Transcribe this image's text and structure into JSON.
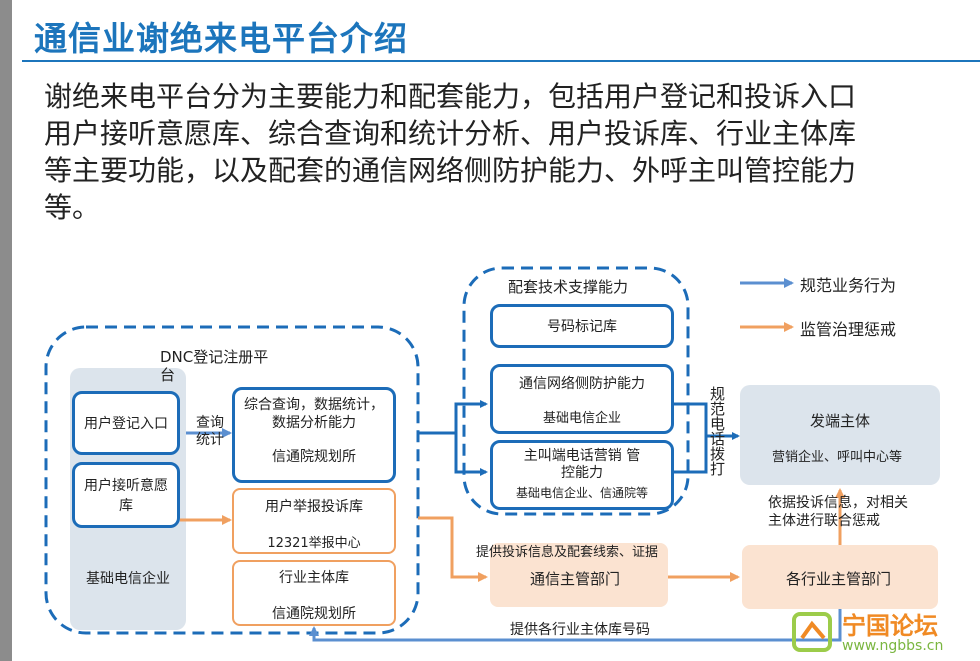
{
  "title": "通信业谢绝来电平台介绍",
  "intro_lines": [
    "谢绝来电平台分为主要能力和配套能力，包括用户登记和投诉入口",
    "用户接听意愿库、综合查询和统计分析、用户投诉库、行业主体库",
    "等主要功能，以及配套的通信网络侧防护能力、外呼主叫管控能力",
    "等。"
  ],
  "legend": {
    "blue": "规范业务行为",
    "orange": "监管治理惩戒"
  },
  "colors": {
    "blue": "#1c6cb8",
    "light_blue_arrow": "#5b8fd0",
    "orange": "#f0a060",
    "title": "#1c75bc"
  },
  "dnc": {
    "label_line1": "DNC登记注册平",
    "label_line2": "台",
    "entry_box": "用户登记入口",
    "willing_box_line1": "用户接听意愿",
    "willing_box_line2": "库",
    "base_label": "基础电信企业",
    "query_label_line1": "查询",
    "query_label_line2": "统计",
    "analysis_line1": "综合查询，数据统计，",
    "analysis_line2": "数据分析能力",
    "analysis_sub": "信通院规划所",
    "complaint_title": "用户举报投诉库",
    "complaint_sub": "12321举报中心",
    "industry_title": "行业主体库",
    "industry_sub": "信通院规划所"
  },
  "support": {
    "title": "配套技术支撑能力",
    "number_box": "号码标记库",
    "network_title": "通信网络侧防护能力",
    "network_sub": "基础电信企业",
    "caller_line1": "主叫端电话营销 管",
    "caller_line2": "控能力",
    "caller_sub": "基础电信企业、信通院等"
  },
  "regulate_label": "规范电话拨打",
  "caller_entity": {
    "title": "发端主体",
    "sub": "营销企业、呼叫中心等"
  },
  "complaint_info_line1": "依据投诉信息，对相关",
  "complaint_info_line2": "主体进行联合惩戒",
  "telecom_dept": "通信主管部门",
  "industry_dept": "各行业主管部门",
  "provide_complaints": "提供投诉信息及配套线索、证据",
  "provide_numbers": "提供各行业主体库号码",
  "watermark": {
    "name": "宁国论坛",
    "url": "www.ngbbs.cn"
  }
}
